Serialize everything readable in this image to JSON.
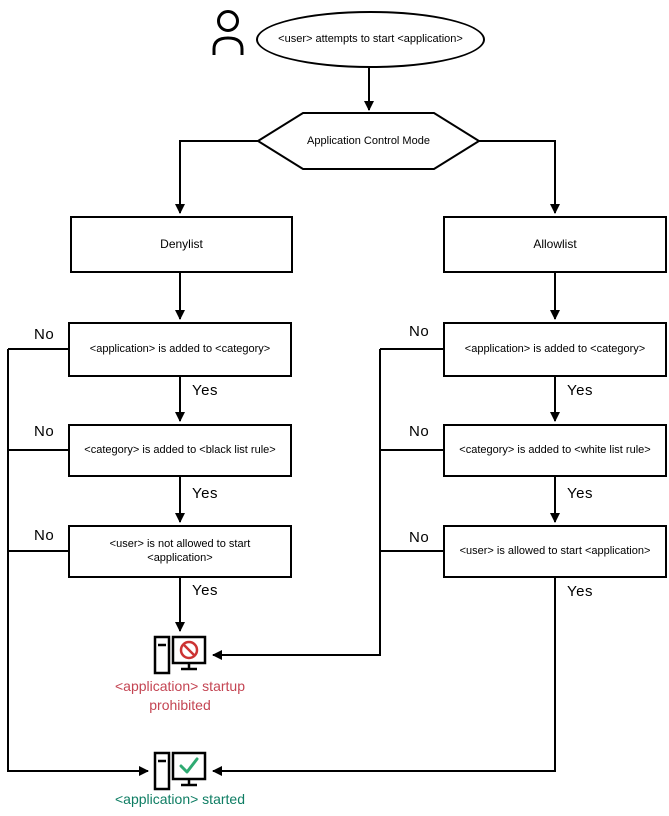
{
  "diagram": {
    "start": "<user> attempts to start <application>",
    "mode": "Application Control Mode",
    "denylist": "Denylist",
    "allowlist": "Allowlist",
    "deny_steps": [
      "<application> is added to <category>",
      "<category> is added to <black list rule>",
      "<user> is not allowed to start <application>"
    ],
    "allow_steps": [
      "<application> is added to <category>",
      "<category> is added to <white list rule>",
      "<user> is allowed to start <application>"
    ],
    "prohibited": "<application> startup prohibited",
    "started": "<application> started",
    "yes": "Yes",
    "no": "No"
  },
  "colors": {
    "line": "#000000",
    "prohibited_text": "#c44553",
    "started_text": "#0e7d63",
    "ban": "#cc3333",
    "check": "#2faa72"
  }
}
